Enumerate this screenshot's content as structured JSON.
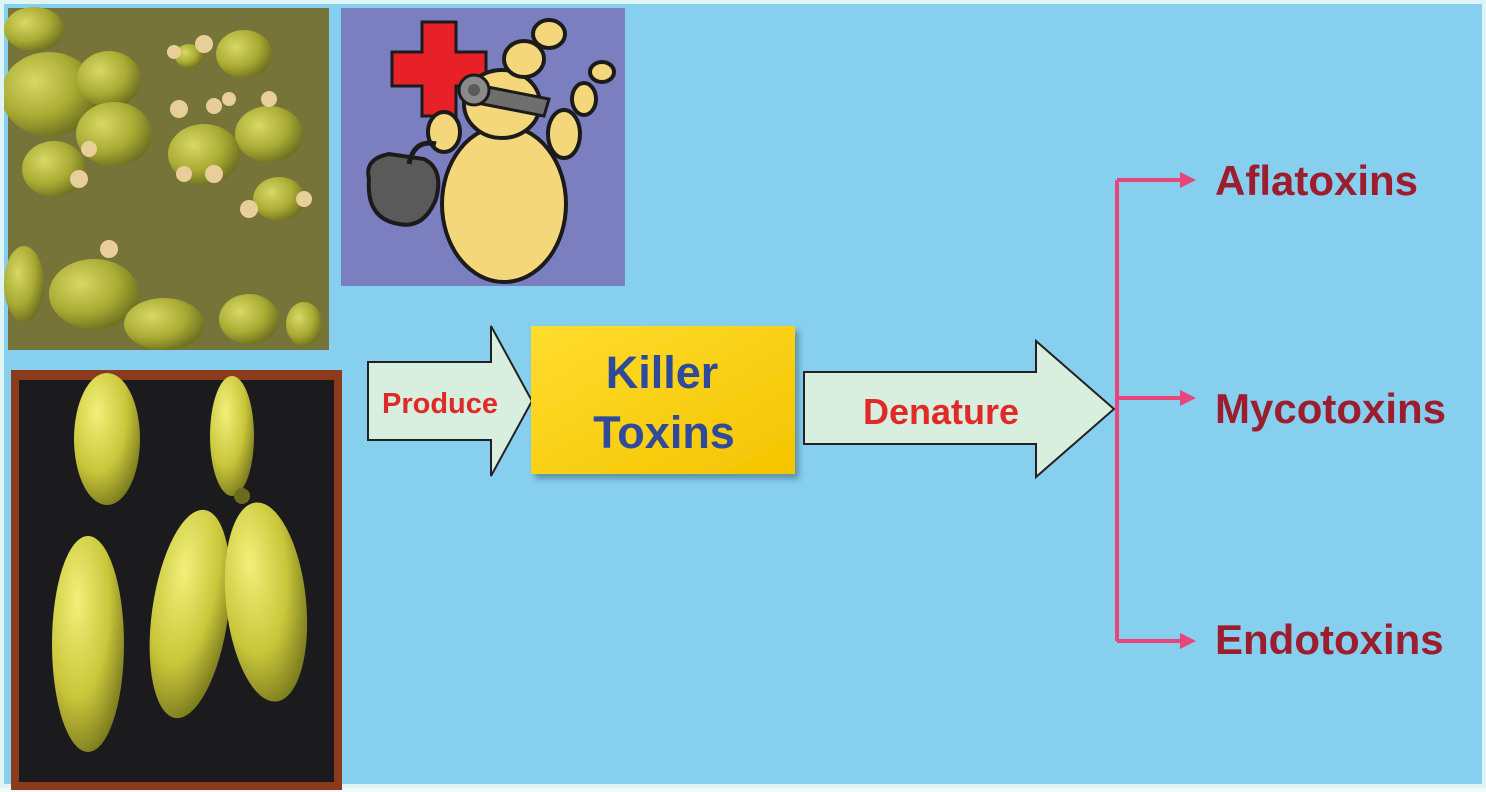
{
  "diagram": {
    "produce_label": "Produce",
    "killer_toxins_line1": "Killer",
    "killer_toxins_line2": "Toxins",
    "denature_label": "Denature",
    "targets": [
      "Aflatoxins",
      "Mycotoxins",
      "Endotoxins"
    ]
  },
  "colors": {
    "background": "#86cfee",
    "arrow_fill": "#d8efdf",
    "killer_box": "#fcd116",
    "killer_text": "#2e4a9b",
    "verb_text": "#e02a27",
    "target_text": "#9b1d2e",
    "connector": "#e8457a"
  },
  "images": [
    "yeast-micrograph-icon",
    "cartoon-yeast-doctor-icon",
    "elongated-yeast-micrograph-icon"
  ]
}
